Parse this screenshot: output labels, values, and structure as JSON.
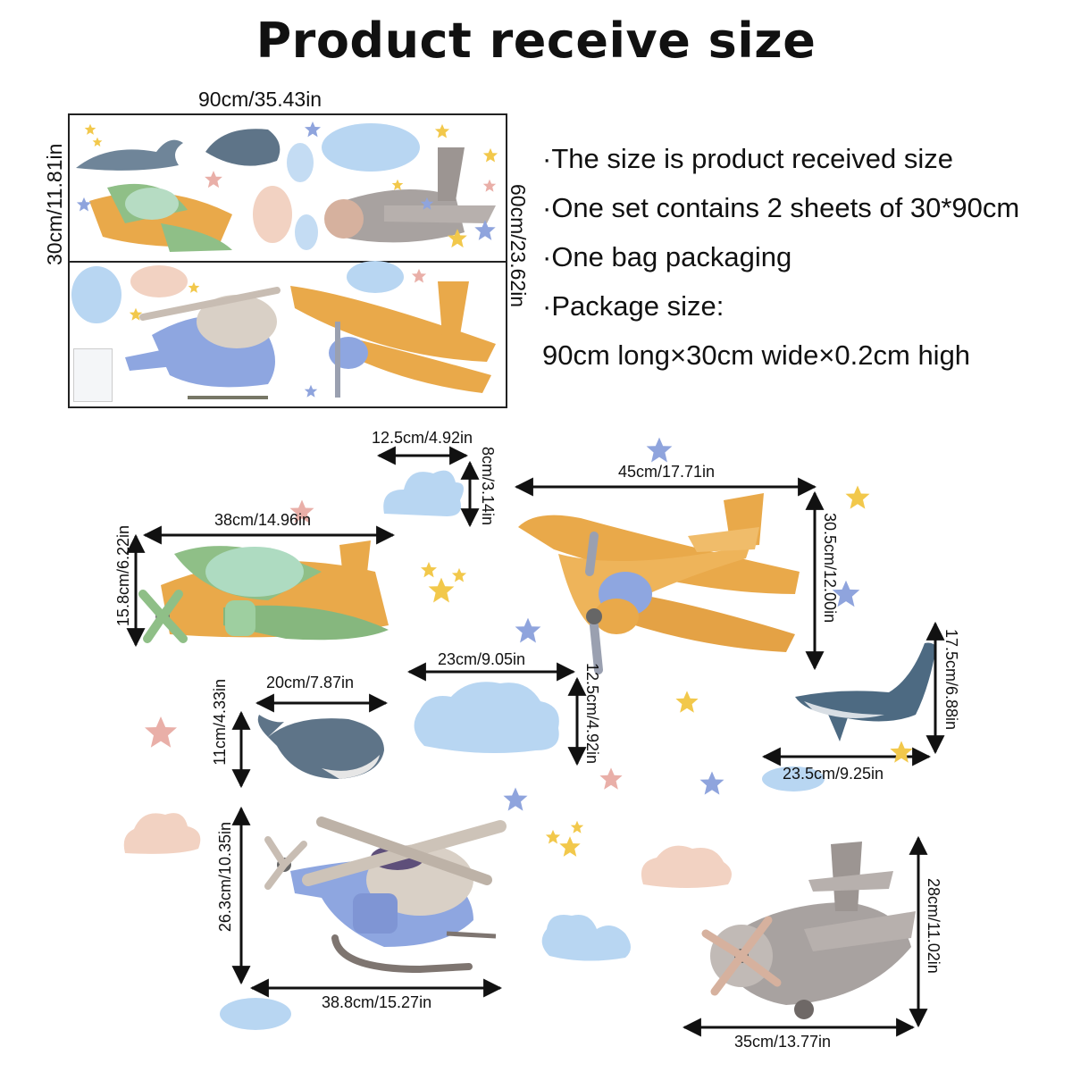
{
  "title": "Product receive size",
  "info": {
    "lines": [
      "·The size is product received size",
      "·One set contains 2 sheets of 30*90cm",
      "·One bag packaging",
      "·Package size:",
      "90cm long×30cm wide×0.2cm high"
    ]
  },
  "sheet": {
    "width_label": "90cm/35.43in",
    "height_label": "30cm/11.81in",
    "total_height_label": "60cm/23.62in"
  },
  "items": {
    "small_cloud_w": "12.5cm/4.92in",
    "small_cloud_h": "8cm/3.14in",
    "green_plane_w": "38cm/14.96in",
    "green_plane_h": "15.8cm/6.22in",
    "biplane_w": "45cm/17.71in",
    "biplane_h": "30.5cm/12.00in",
    "big_cloud_w": "23cm/9.05in",
    "big_cloud_h": "12.5cm/4.92in",
    "small_whale_w": "20cm/7.87in",
    "small_whale_h": "11cm/4.33in",
    "big_whale_w": "23.5cm/9.25in",
    "big_whale_h": "17.5cm/6.88in",
    "helicopter_w": "38.8cm/15.27in",
    "helicopter_h": "26.3cm/10.35in",
    "grey_plane_w": "35cm/13.77in",
    "grey_plane_h": "28cm/11.02in"
  },
  "colors": {
    "orange": "#E9A94A",
    "green": "#8FBF87",
    "blue": "#8EA6E0",
    "cloud_blue": "#B8D6F2",
    "cloud_pink": "#F2D2C2",
    "whale": "#5E7488",
    "grey_plane": "#A8A2A0",
    "star_yellow": "#F2C84B",
    "star_blue": "#8FA4DD",
    "star_pink": "#E9AFA8"
  }
}
